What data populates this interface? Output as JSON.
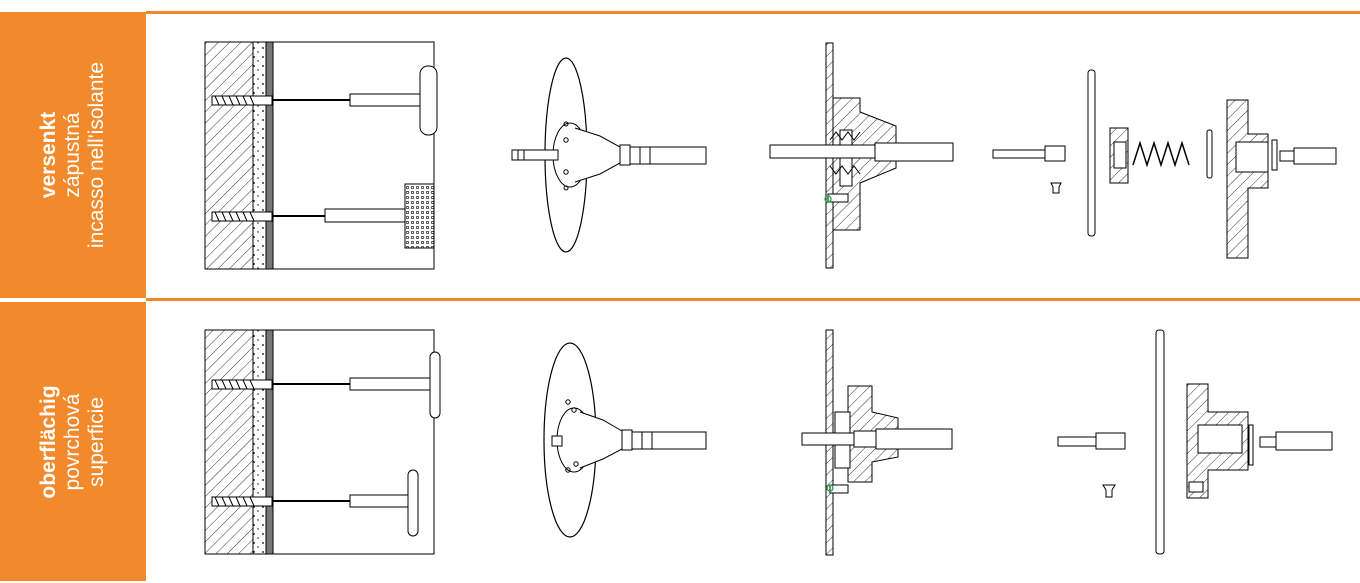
{
  "rows": {
    "versenkt": {
      "title": "versenkt",
      "line2": "zápustná",
      "line3": "incasso nell'isolante"
    },
    "oberflaechig": {
      "title": "oberflächig",
      "line2": "povrchová",
      "line3": "superficie"
    }
  },
  "colors": {
    "accent": "#f28a2c",
    "line": "#000000",
    "highlight": "#2aa84a"
  }
}
